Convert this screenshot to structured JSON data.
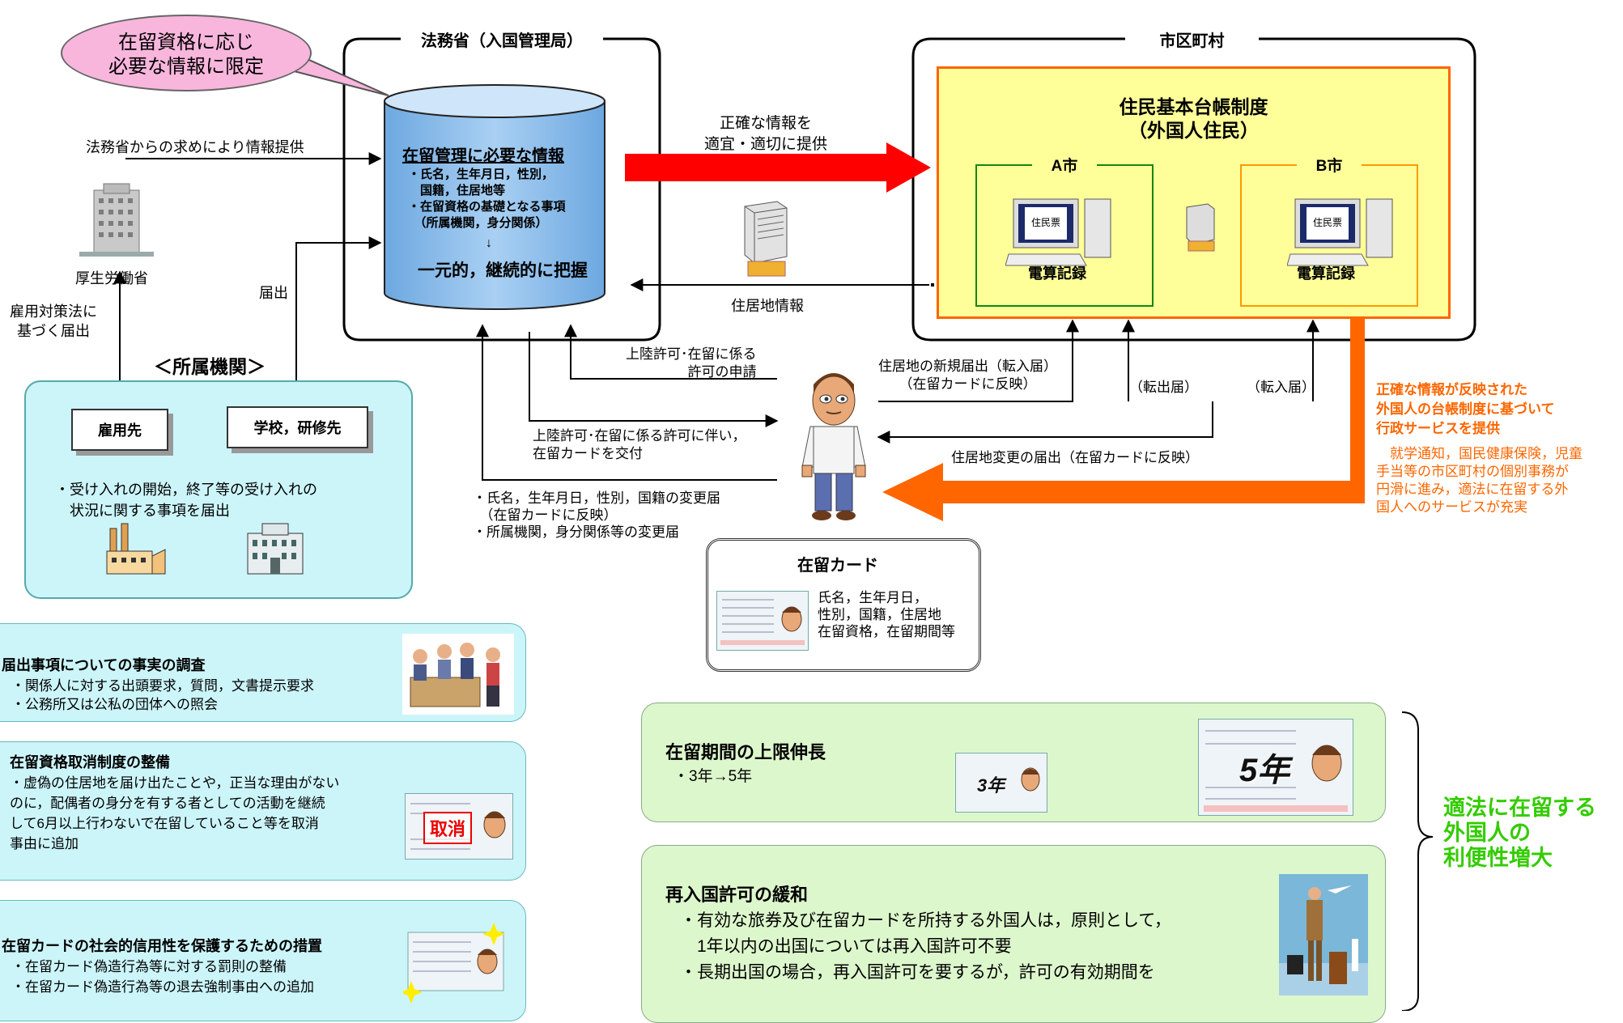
{
  "bubble": {
    "text": "在留資格に応じ\n必要な情報に限定"
  },
  "moj": {
    "title": "法務省（入国管理局）"
  },
  "db": {
    "heading": "在留管理に必要な情報",
    "items": "・氏名，生年月日，性別，\n　国籍，住居地等\n・在留資格の基礎となる事項\n　（所属機関，身分関係）",
    "arrow": "↓",
    "conclusion": "一元的，継続的に把握"
  },
  "mhlw": {
    "label": "厚生労働省",
    "provide": "法務省からの求めにより情報提供",
    "notify_label": "雇用対策法に\n基づく届出"
  },
  "todokede": "届出",
  "affiliation": {
    "title": "＜所属機関＞",
    "employer": "雇用先",
    "school": "学校，研修先",
    "note": "・受け入れの開始，終了等の受け入れの\n　状況に関する事項を届出"
  },
  "flows": {
    "accurate_info": "正確な情報を\n適宜・適切に提供",
    "residence_info": "住居地情報",
    "landing_application": "上陸許可･在留に係る\n許可の申請",
    "card_issue": "上陸許可･在留に係る許可に伴い，\n在留カードを交付",
    "change_notice": "・氏名，生年月日，性別，国籍の変更届\n　（在留カードに反映）\n・所属機関，身分関係等の変更届",
    "new_residence": "住居地の新規届出（転入届）\n（在留カードに反映）",
    "move_out": "（転出届）",
    "move_in": "（転入届）",
    "residence_change": "住居地変更の届出（在留カードに反映）"
  },
  "municipality": {
    "title": "市区町村",
    "system_title": "住民基本台帳制度\n（外国人住民）",
    "city_a": "A市",
    "city_b": "B市",
    "record": "電算記録",
    "screen": "住民票"
  },
  "admin_service": {
    "title": "正確な情報が反映された\n外国人の台帳制度に基づいて\n行政サービスを提供",
    "body": "　就学通知，国民健康保険，児童\n手当等の市区町村の個別事務が\n円滑に進み，適法に在留する外\n国人へのサービスが充実"
  },
  "residence_card": {
    "title": "在留カード",
    "fields": "氏名，生年月日，\n性別，国籍，住居地\n在留資格，在留期間等"
  },
  "panels": {
    "investigation": {
      "title": "届出事項についての事実の調査",
      "body": "・関係人に対する出頭要求，質問，文書提示要求\n・公務所又は公私の団体への照会"
    },
    "revocation": {
      "title": "在留資格取消制度の整備",
      "body": "・虚偽の住居地を届け出たことや，正当な理由がない\nのに，配偶者の身分を有する者としての活動を継続\nして6月以上行わないで在留していること等を取消\n事由に追加",
      "stamp": "取消"
    },
    "credibility": {
      "title": "在留カードの社会的信用性を保護するための措置",
      "body": "・在留カード偽造行為等に対する罰則の整備\n・在留カード偽造行為等の退去強制事由への追加"
    },
    "period": {
      "title": "在留期間の上限伸長",
      "body": "・3年→5年",
      "old": "3年",
      "new": "5年"
    },
    "reentry": {
      "title": "再入国許可の緩和",
      "body": "・有効な旅券及び在留カードを所持する外国人は，原則として，\n　1年以内の出国については再入国許可不要\n・長期出国の場合，再入国許可を要するが，許可の有効期間を"
    }
  },
  "benefit": "適法に在留する\n外国人の\n利便性増大",
  "colors": {
    "red_arrow": "#ff0000",
    "orange": "#ff6600",
    "cyan_panel": "#ccf5fa",
    "green_panel": "#ddf7cc",
    "yellow": "#ffff99",
    "db_blue": "#8fbfeb",
    "pink": "#f9b6dd",
    "benefit_green": "#33cc00"
  }
}
